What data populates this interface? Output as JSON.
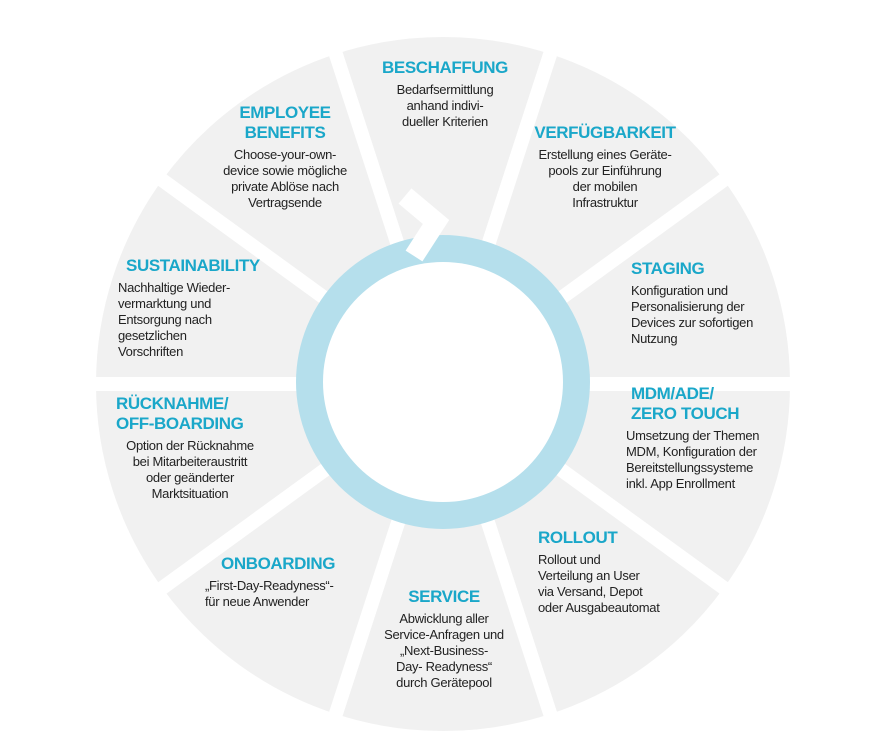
{
  "colors": {
    "heading": "#1aa7c9",
    "segment": "#f1f1f1",
    "ring": "#b5dfec",
    "text": "#222222"
  },
  "segments": [
    {
      "title": "BESCHAFFUNG",
      "text": "Bedarfsermittlung\nanhand indivi-\ndueller Kriterien"
    },
    {
      "title": "VERFÜGBARKEIT",
      "text": "Erstellung eines Geräte-\npools zur Einführung\nder mobilen\nInfrastruktur"
    },
    {
      "title": "STAGING",
      "text": "Konfiguration und\nPersonalisierung der\nDevices zur sofortigen\nNutzung"
    },
    {
      "title": "MDM/ADE/\nZERO TOUCH",
      "text": "Umsetzung der Themen\nMDM, Konfiguration der\nBereitstellungssysteme\ninkl. App Enrollment"
    },
    {
      "title": "ROLLOUT",
      "text": "Rollout und\nVerteilung an User\nvia Versand, Depot\noder Ausgabeautomat"
    },
    {
      "title": "SERVICE",
      "text": "Abwicklung aller\nService-Anfragen und\n„Next-Business-\nDay- Readyness“\ndurch Gerätepool"
    },
    {
      "title": "ONBOARDING",
      "text": "„First-Day-Readyness“-\nfür neue Anwender"
    },
    {
      "title": "RÜCKNAHME/\nOFF-BOARDING",
      "text": "Option der Rücknahme\nbei Mitarbeiteraustritt\noder geänderter\nMarktsituation"
    },
    {
      "title": "SUSTAINABILITY",
      "text": "Nachhaltige Wieder-\nvermarktung und\nEntsorgung nach\ngesetzlichen\nVorschriften"
    },
    {
      "title": "EMPLOYEE\nBENEFITS",
      "text": "Choose-your-own-\ndevice sowie mögliche\nprivate Ablöse nach\nVertragsende"
    }
  ]
}
